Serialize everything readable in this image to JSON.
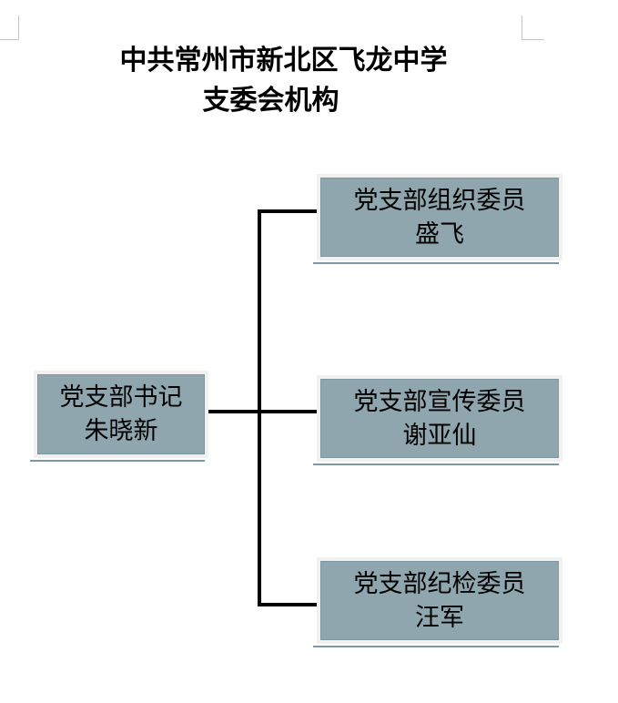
{
  "title": {
    "line1": "中共常州市新北区飞龙中学",
    "line2": "支委会机构"
  },
  "org": {
    "root": {
      "role": "党支部书记",
      "name": "朱晓新"
    },
    "members": [
      {
        "role": "党支部组织委员",
        "name": "盛飞"
      },
      {
        "role": "党支部宣传委员",
        "name": "谢亚仙"
      },
      {
        "role": "党支部纪检委员",
        "name": "汪军"
      }
    ]
  },
  "colors": {
    "box_fill": "#8fa6ae",
    "box_frame": "#f1f1f2",
    "box_shadow_line": "#7d98a3",
    "connector": "#000000",
    "crop_mark": "#c6c6c6",
    "text": "#000000"
  }
}
